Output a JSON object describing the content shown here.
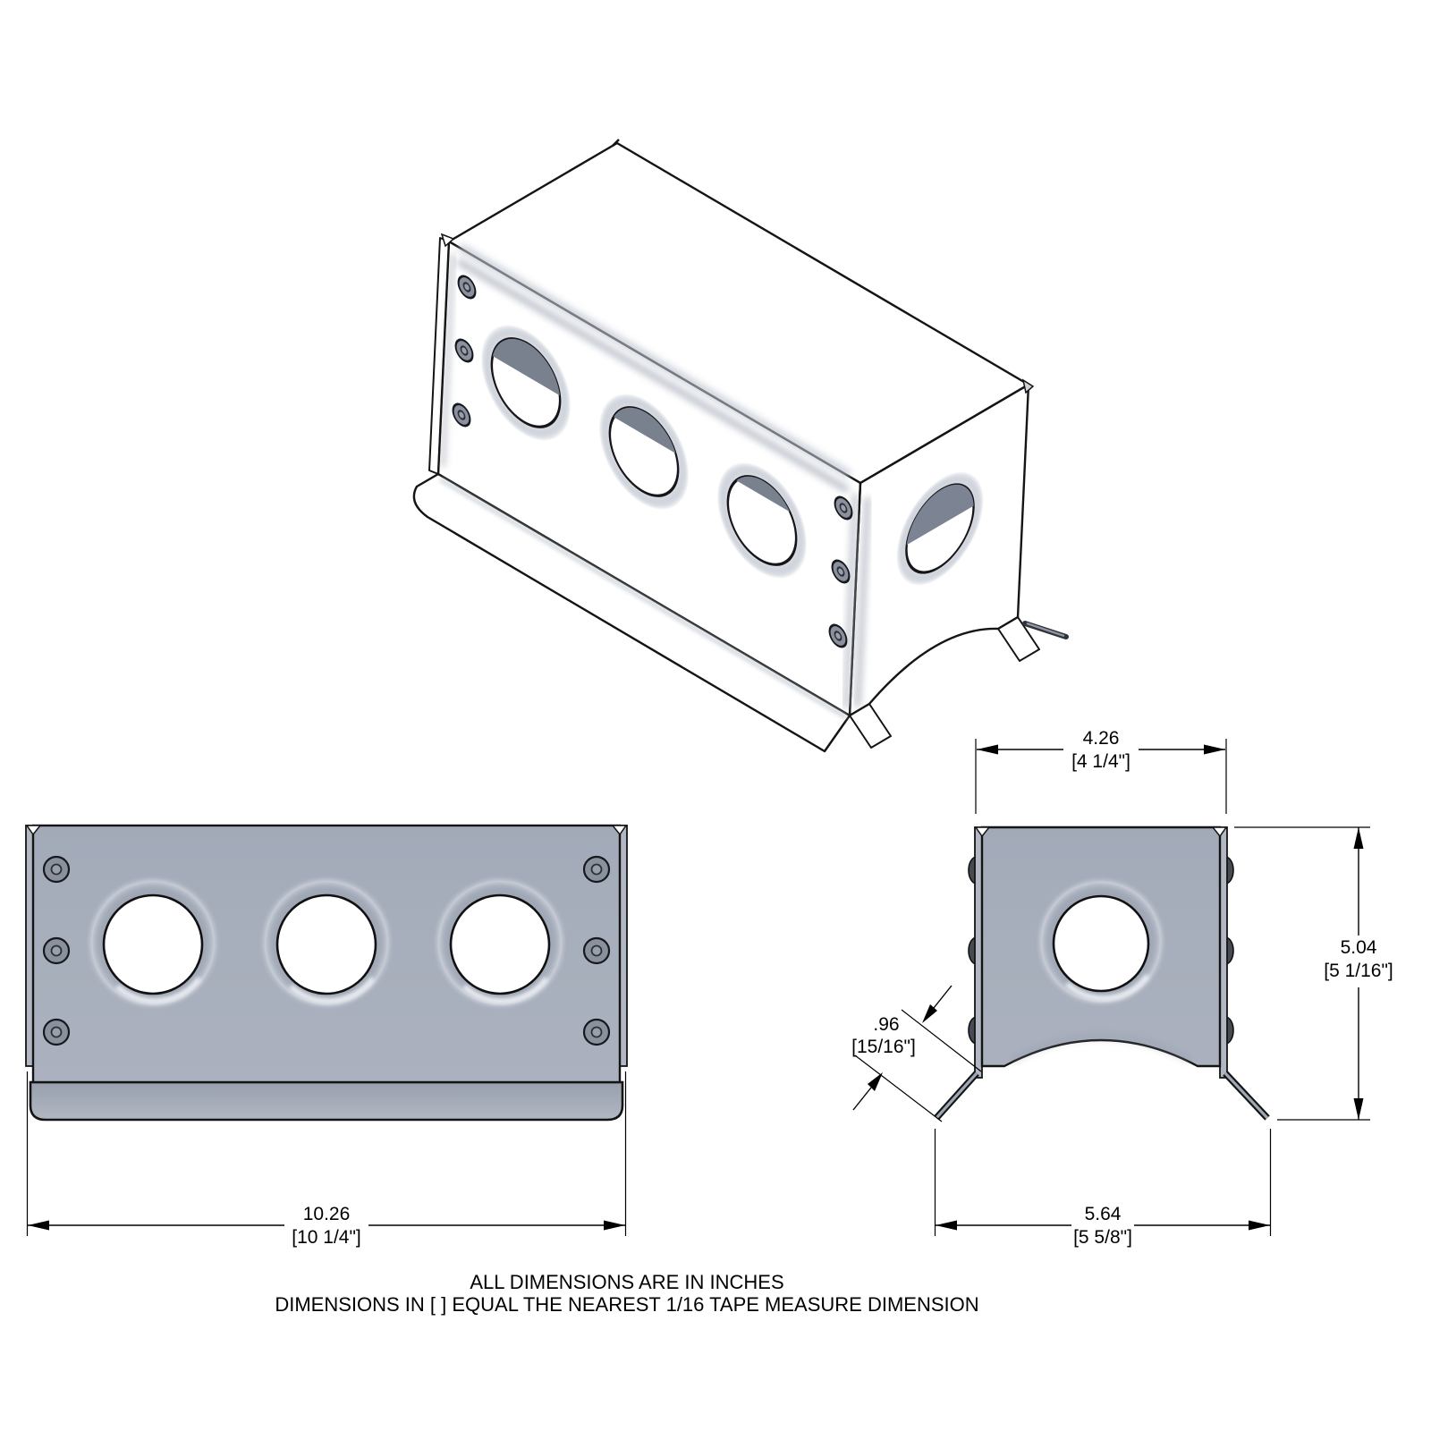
{
  "notes": [
    "ALL DIMENSIONS ARE IN INCHES",
    "DIMENSIONS IN [ ] EQUAL THE NEAREST 1/16 TAPE MEASURE DIMENSION"
  ],
  "dims": {
    "overall_length": {
      "value": "10.26",
      "tape": "[10 1/4\"]"
    },
    "top_width": {
      "value": "4.26",
      "tape": "[4 1/4\"]"
    },
    "side_height": {
      "value": "5.04",
      "tape": "[5 1/16\"]"
    },
    "flange_length": {
      "value": ".96",
      "tape": "[15/16\"]"
    },
    "foot_span": {
      "value": "5.64",
      "tape": "[5 5/8\"]"
    }
  },
  "part": {
    "front_holes": 3,
    "end_holes": 1,
    "rivets_per_column": 3,
    "rivet_columns": 2
  },
  "colors": {
    "background": "#ffffff",
    "body": "#a7aebb",
    "body_light": "#b4bac6",
    "body_dark": "#8d95a5",
    "flange": "#a1a8b5",
    "rivet": "#8b919c",
    "outline": "#141414",
    "dimension": "#000000"
  }
}
